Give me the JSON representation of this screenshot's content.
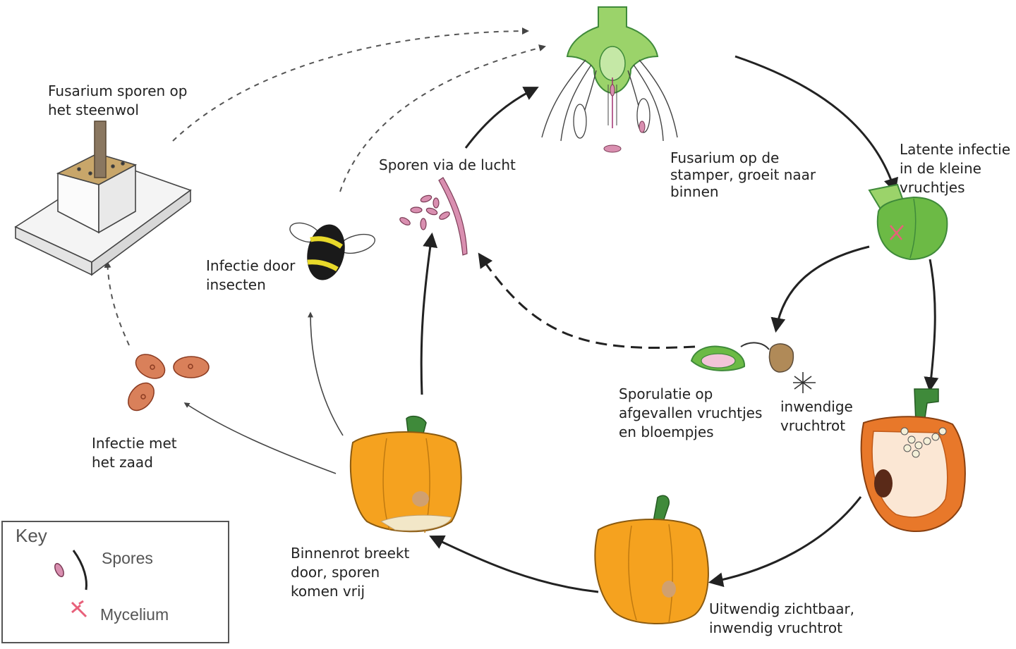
{
  "labels": {
    "steenwol": [
      "Fusarium sporen op",
      "het steenwol"
    ],
    "lucht": [
      "Sporen via de lucht"
    ],
    "stamper": [
      "Fusarium op de",
      "stamper, groeit naar",
      "binnen"
    ],
    "latent": [
      "Latente infectie",
      "in de kleine",
      "vruchtjes"
    ],
    "insecten": [
      "Infectie door",
      "insecten"
    ],
    "sporulatie": [
      "Sporulatie op",
      "afgevallen vruchtjes",
      "en bloempjes"
    ],
    "inwendig": [
      "inwendige",
      "vruchtrot"
    ],
    "zaad": [
      "Infectie met",
      "het zaad"
    ],
    "binnenrot": [
      "Binnenrot breekt",
      "door, sporen",
      "komen vrij"
    ],
    "uitwendig": [
      "Uitwendig zichtbaar,",
      "inwendig vruchtrot"
    ]
  },
  "key": {
    "title": "Key",
    "items": [
      {
        "label": "Spores",
        "icon": "spores-icon"
      },
      {
        "label": "Mycelium",
        "icon": "mycelium-icon"
      }
    ]
  },
  "colors": {
    "pepper_orange": "#f5a21f",
    "pepper_red": "#e8782a",
    "pepper_green": "#6cba45",
    "stem_green": "#3f8a3a",
    "spore_pink": "#d98fb0",
    "seed_brown": "#d9805a",
    "bee_yellow": "#e8d92a",
    "arrow": "#222222"
  }
}
